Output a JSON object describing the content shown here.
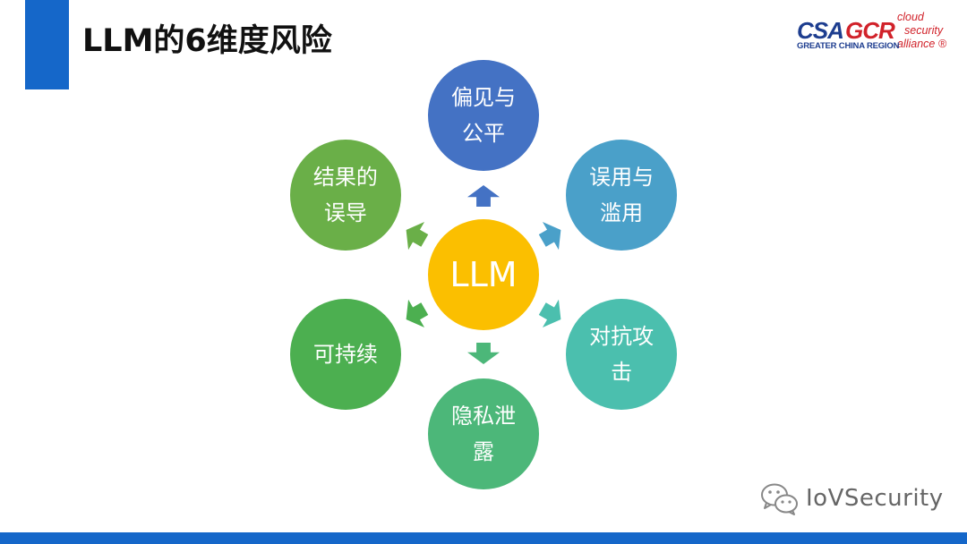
{
  "slide": {
    "title": "LLM的6维度风险"
  },
  "logo": {
    "csa": "CSA",
    "gcr": "GCR",
    "script_line1": "cloud",
    "script_line2": "security",
    "script_line3": "alliance ®",
    "subtitle": "GREATER CHINA REGION"
  },
  "diagram": {
    "center": {
      "label": "LLM",
      "color": "#fbbf00"
    },
    "nodes": [
      {
        "id": "bias-fairness",
        "label": "偏见与\n公平",
        "color": "#4472c4"
      },
      {
        "id": "misuse-abuse",
        "label": "误用与\n滥用",
        "color": "#4aa0c9"
      },
      {
        "id": "adversarial-attack",
        "label": "对抗攻\n击",
        "color": "#4bbfae"
      },
      {
        "id": "privacy-leak",
        "label": "隐私泄\n露",
        "color": "#4cb779"
      },
      {
        "id": "sustainability",
        "label": "可持续",
        "color": "#4caf50"
      },
      {
        "id": "misleading-results",
        "label": "结果的\n误导",
        "color": "#6aaf48"
      }
    ]
  },
  "watermark": {
    "text": "IoVSecurity",
    "icon": "wechat-icon"
  }
}
